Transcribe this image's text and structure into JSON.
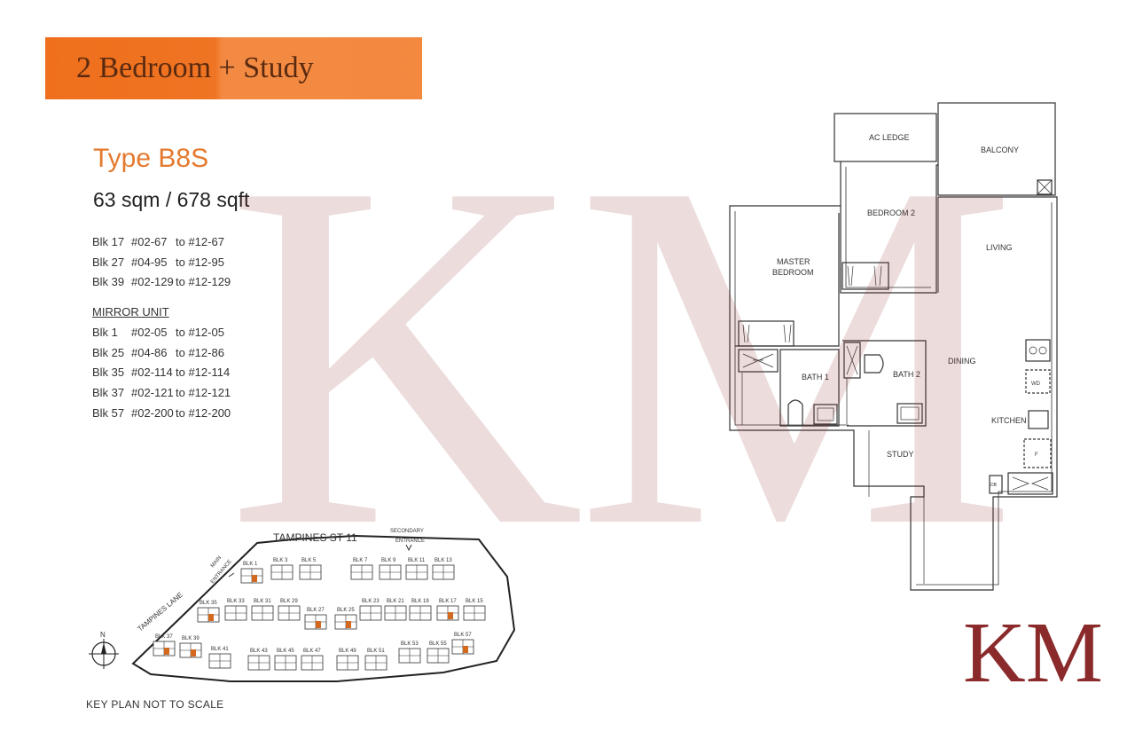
{
  "banner": {
    "title": "2 Bedroom + Study"
  },
  "unit_type": {
    "title": "Type B8S",
    "area": "63 sqm / 678 sqft"
  },
  "units": [
    {
      "blk": "Blk 17",
      "from": "#02-67",
      "to": "to #12-67"
    },
    {
      "blk": "Blk 27",
      "from": "#04-95",
      "to": "to #12-95"
    },
    {
      "blk": "Blk 39",
      "from": "#02-129",
      "to": "to #12-129"
    }
  ],
  "mirror": {
    "heading": "MIRROR UNIT",
    "units": [
      {
        "blk": "Blk 1",
        "from": "#02-05",
        "to": "to #12-05"
      },
      {
        "blk": "Blk 25",
        "from": "#04-86",
        "to": "to #12-86"
      },
      {
        "blk": "Blk 35",
        "from": "#02-114",
        "to": "to #12-114"
      },
      {
        "blk": "Blk 37",
        "from": "#02-121",
        "to": "to #12-121"
      },
      {
        "blk": "Blk 57",
        "from": "#02-200",
        "to": "to #12-200"
      }
    ]
  },
  "watermark": "KM",
  "logo": "KM",
  "floor_plan": {
    "rooms": {
      "ac_ledge": "AC LEDGE",
      "balcony": "BALCONY",
      "bedroom2": "BEDROOM 2",
      "master_bedroom_1": "MASTER",
      "master_bedroom_2": "BEDROOM",
      "living": "LIVING",
      "dining": "DINING",
      "bath1": "BATH 1",
      "bath2": "BATH 2",
      "kitchen": "KITCHEN",
      "study": "STUDY",
      "wd": "WD",
      "fridge": "F",
      "db": "DB"
    }
  },
  "key_plan": {
    "road_top": "TAMPINES ST 11",
    "road_left": "TAMPINES LANE",
    "main_entrance_1": "MAIN",
    "main_entrance_2": "ENTRANCE",
    "secondary_entrance_1": "SECONDARY",
    "secondary_entrance_2": "ENTRANCE",
    "north": "N",
    "caption": "KEY PLAN NOT TO SCALE",
    "block_labels": [
      "BLK 1",
      "BLK 3",
      "BLK 5",
      "BLK 7",
      "BLK 9",
      "BLK 11",
      "BLK 13",
      "BLK 35",
      "BLK 33",
      "BLK 31",
      "BLK 29",
      "BLK 27",
      "BLK 25",
      "BLK 23",
      "BLK 21",
      "BLK 19",
      "BLK 17",
      "BLK 15",
      "BLK 37",
      "BLK 39",
      "BLK 41",
      "BLK 43",
      "BLK 45",
      "BLK 47",
      "BLK 49",
      "BLK 51",
      "BLK 53",
      "BLK 55",
      "BLK 57"
    ]
  },
  "colors": {
    "accent": "#ef6f1c",
    "title": "#e57a2e",
    "logo": "#8b2a2a",
    "highlight": "#d2691e"
  }
}
